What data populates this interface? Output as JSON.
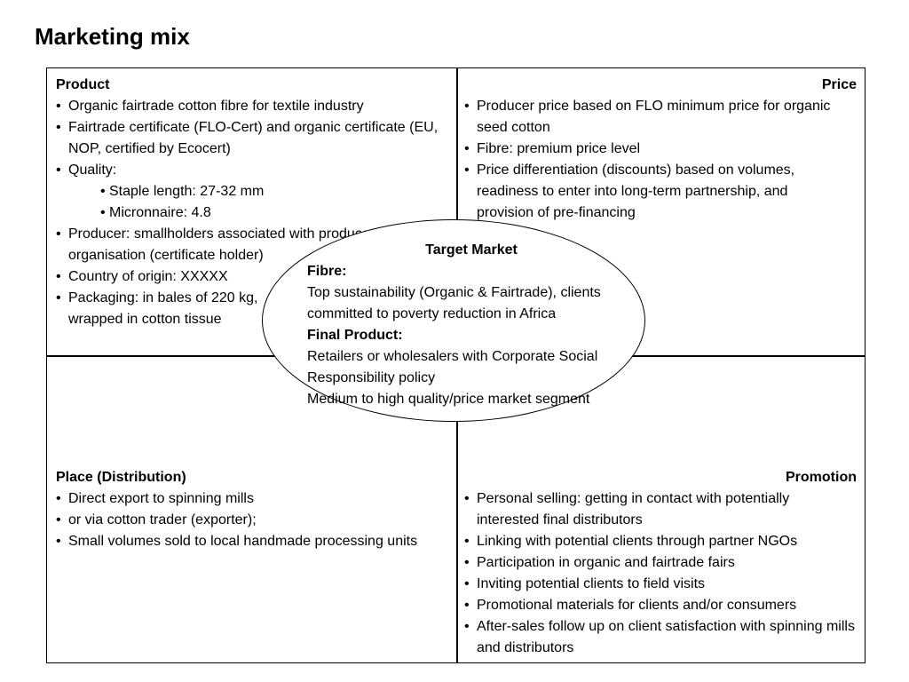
{
  "title": "Marketing mix",
  "product": {
    "heading": "Product",
    "items": [
      "Organic fairtrade cotton fibre for textile industry",
      "Fairtrade certificate (FLO-Cert) and organic certificate (EU, NOP, certified by Ecocert)",
      "Quality:",
      "Staple length: 27-32 mm",
      "Micronnaire: 4.8",
      "Producer: smallholders associated with producer organisation (certificate holder)",
      "Country of origin: XXXXX",
      "Packaging: in bales of 220 kg, wrapped in cotton tissue"
    ]
  },
  "price": {
    "heading": "Price",
    "items": [
      "Producer price based on FLO minimum price for organic seed cotton",
      "Fibre: premium price level",
      "Price differentiation (discounts) based on volumes, readiness to enter into long-term partnership, and provision of pre-financing"
    ]
  },
  "place": {
    "heading": "Place (Distribution)",
    "items": [
      "Direct export to spinning mills",
      "or via cotton trader (exporter);",
      "Small volumes sold to local handmade processing units"
    ]
  },
  "promotion": {
    "heading": "Promotion",
    "items": [
      "Personal selling: getting in contact with potentially interested final distributors",
      "Linking with potential clients through partner NGOs",
      "Participation in organic and fairtrade fairs",
      "Inviting potential clients to field visits",
      "Promotional materials for clients and/or consumers",
      "After-sales follow up on client satisfaction with spinning mills and distributors"
    ]
  },
  "target_market": {
    "title": "Target Market",
    "fibre_heading": "Fibre:",
    "fibre_text": "Top sustainability (Organic & Fairtrade), clients committed to poverty reduction in Africa",
    "final_heading": "Final Product:",
    "final_text_1": "Retailers or wholesalers with Corporate Social Responsibility policy",
    "final_text_2": "Medium to high quality/price market segment"
  }
}
